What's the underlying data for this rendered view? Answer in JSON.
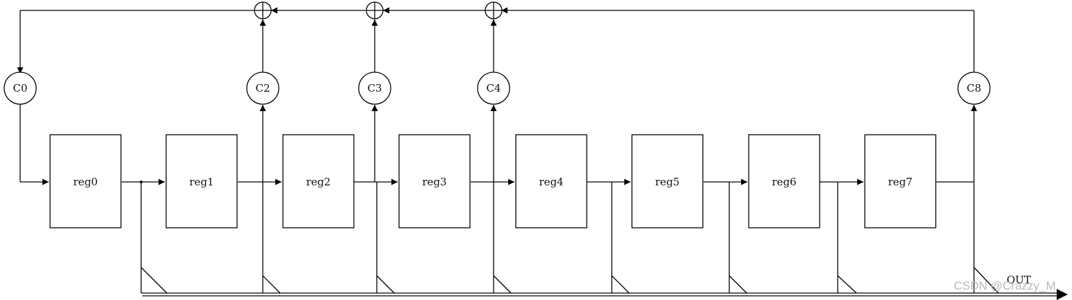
{
  "registers": [
    {
      "label": "reg0"
    },
    {
      "label": "reg1"
    },
    {
      "label": "reg2"
    },
    {
      "label": "reg3"
    },
    {
      "label": "reg4"
    },
    {
      "label": "reg5"
    },
    {
      "label": "reg6"
    },
    {
      "label": "reg7"
    }
  ],
  "taps": [
    {
      "label": "C0"
    },
    {
      "label": "C2"
    },
    {
      "label": "C3"
    },
    {
      "label": "C4"
    },
    {
      "label": "C8"
    }
  ],
  "output_label": "OUT",
  "watermark": "CSDN @Crazzy_M",
  "colors": {
    "line": "#000000",
    "watermark": "#b9b9b9"
  }
}
